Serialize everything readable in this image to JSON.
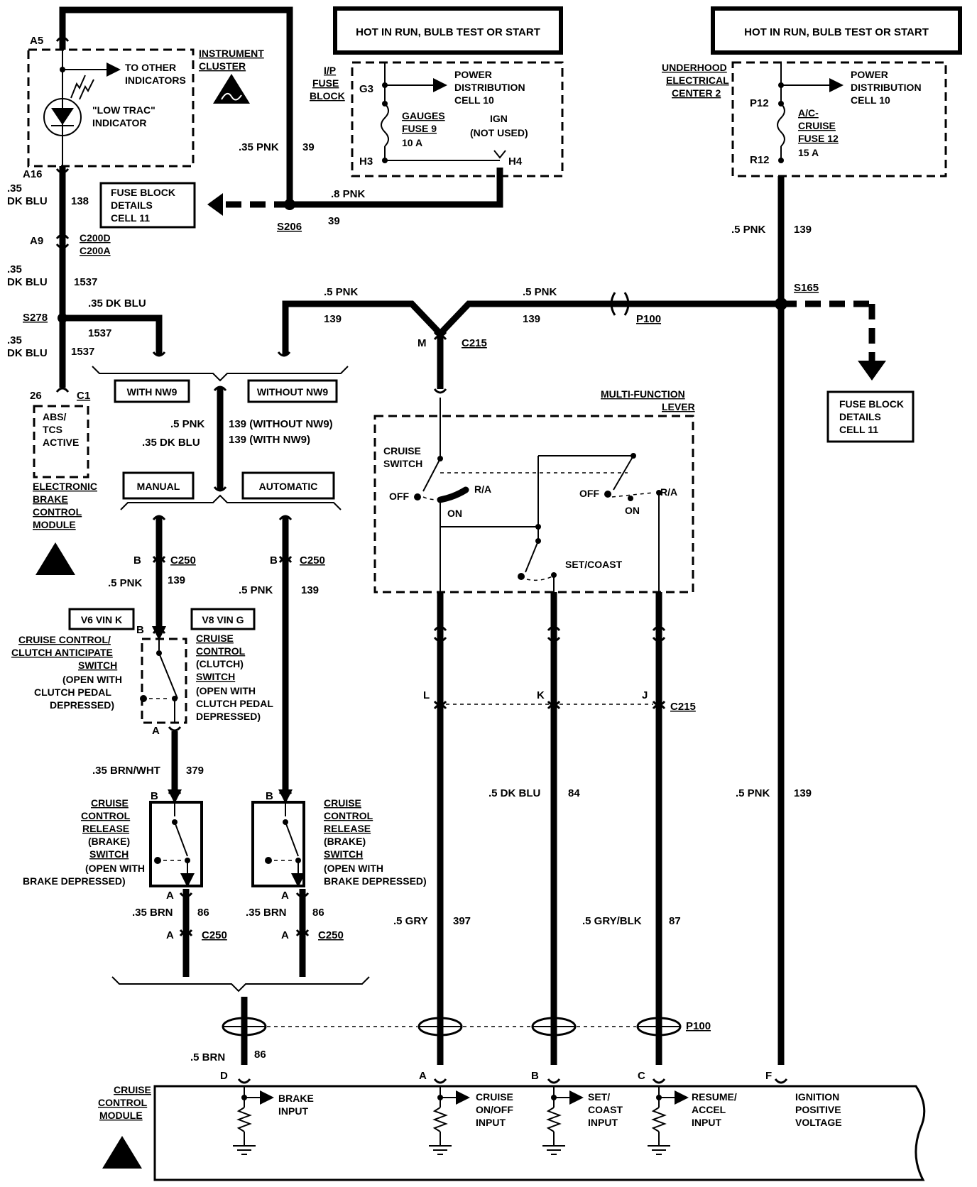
{
  "hot_boxes": [
    {
      "label": "HOT IN RUN, BULB TEST OR START"
    },
    {
      "label": "HOT IN RUN, BULB TEST OR START"
    }
  ],
  "instrument_cluster": {
    "title": "INSTRUMENT\nCLUSTER",
    "to_other": "TO OTHER\nINDICATORS",
    "indicator": "\"LOW TRAC\"\nINDICATOR",
    "pin_top": "A5",
    "pin_bottom": "A16"
  },
  "ip_fuse_block": {
    "title": "I/P\nFUSE\nBLOCK",
    "g3": "G3",
    "h3": "H3",
    "h4": "H4",
    "power_dist": "POWER\nDISTRIBUTION\nCELL 10",
    "fuse": "GAUGES\nFUSE 9\n10 A",
    "ign": "IGN\n(NOT USED)"
  },
  "underhood": {
    "title": "UNDERHOOD\nELECTRICAL\nCENTER 2",
    "p12": "P12",
    "r12": "R12",
    "power_dist": "POWER\nDISTRIBUTION\nCELL 10",
    "fuse": "A/C-\nCRUISE\nFUSE 12\n15 A"
  },
  "fuse_block_details_1": "FUSE BLOCK\nDETAILS\nCELL 11",
  "fuse_block_details_2": "FUSE BLOCK\nDETAILS\nCELL 11",
  "wires": {
    "w35pnk": ".35 PNK",
    "n39a": "39",
    "w8pnk": ".8 PNK",
    "n39b": "39",
    "s206": "S206",
    "w35dkblu_a": ".35\nDK BLU",
    "n138": "138",
    "a9": "A9",
    "c200": "C200D\nC200A",
    "w35dkblu_b": ".35\nDK BLU",
    "n1537a": "1537",
    "s278": "S278",
    "w35dkblu_c": ".35 DK BLU",
    "n1537b": "1537",
    "w35dkblu_d": ".35\nDK BLU",
    "n1537c": "1537",
    "pin26": "26",
    "c1": "C1",
    "w5pnk_r": ".5 PNK",
    "n139_r": "139",
    "s165": "S165",
    "w5pnk_t1": ".5 PNK",
    "n139_t1": "139",
    "w5pnk_t2": ".5 PNK",
    "n139_t2": "139",
    "p100": "P100",
    "m": "M",
    "c215a": "C215"
  },
  "abs": {
    "box": "ABS/\nTCS\nACTIVE",
    "module": "ELECTRONIC\nBRAKE\nCONTROL\nMODULE"
  },
  "options": {
    "with_nw9": "WITH NW9",
    "without_nw9": "WITHOUT NW9",
    "w5pnk": ".5 PNK",
    "w35dkblu": ".35 DK BLU",
    "n139_without": "139 (WITHOUT NW9)",
    "n139_with": "139 (WITH NW9)",
    "manual": "MANUAL",
    "automatic": "AUTOMATIC"
  },
  "left_branch": {
    "b": "B",
    "c250": "C250",
    "w5pnk": ".5 PNK",
    "n139": "139",
    "v6": "V6 VIN K",
    "pin_b": "B",
    "switch": "CRUISE CONTROL/\nCLUTCH ANTICIPATE\nSWITCH\n(OPEN WITH\nCLUTCH PEDAL\nDEPRESSED)",
    "pin_a": "A",
    "w35brnwht": ".35 BRN/WHT",
    "n379": "379",
    "rb": "B",
    "release": "CRUISE\nCONTROL\nRELEASE\n(BRAKE)\nSWITCH\n(OPEN WITH\nBRAKE DEPRESSED)",
    "ra": "A",
    "w35brn": ".35 BRN",
    "n86": "86",
    "ca": "A",
    "c250b": "C250"
  },
  "right_branch": {
    "b": "B",
    "c250": "C250",
    "w5pnk": ".5 PNK",
    "n139": "139",
    "v8": "V8 VIN G",
    "switch": "CRUISE\nCONTROL\n(CLUTCH)\nSWITCH\n(OPEN WITH\nCLUTCH PEDAL\nDEPRESSED)",
    "rb": "B",
    "release": "CRUISE\nCONTROL\nRELEASE\n(BRAKE)\nSWITCH\n(OPEN WITH\nBRAKE DEPRESSED)",
    "ra": "A",
    "w35brn": ".35 BRN",
    "n86": "86",
    "ca": "A",
    "c250b": "C250"
  },
  "mfl": {
    "title": "MULTI-FUNCTION\nLEVER",
    "cruise_switch": "CRUISE\nSWITCH",
    "off1": "OFF",
    "ra1": "R/A",
    "on1": "ON",
    "off2": "OFF",
    "on2": "ON",
    "ra2": "R/A",
    "set_coast": "SET/COAST"
  },
  "c215_lower": {
    "l": "L",
    "k": "K",
    "j": "J",
    "c215": "C215"
  },
  "lower_wires": {
    "w5dkblu": ".5 DK BLU",
    "n84": "84",
    "w5pnk": ".5 PNK",
    "n139": "139",
    "w5gry": ".5 GRY",
    "n397": "397",
    "w5gryblk": ".5 GRY/BLK",
    "n87": "87",
    "p100": "P100",
    "w5brn": ".5 BRN",
    "n86": "86"
  },
  "module": {
    "title": "CRUISE\nCONTROL\nMODULE",
    "d": "D",
    "a": "A",
    "b": "B",
    "c": "C",
    "f": "F",
    "brake": "BRAKE\nINPUT",
    "cruise": "CRUISE\nON/OFF\nINPUT",
    "set": "SET/\nCOAST\nINPUT",
    "resume": "RESUME/\nACCEL\nINPUT",
    "ign": "IGNITION\nPOSITIVE\nVOLTAGE"
  }
}
